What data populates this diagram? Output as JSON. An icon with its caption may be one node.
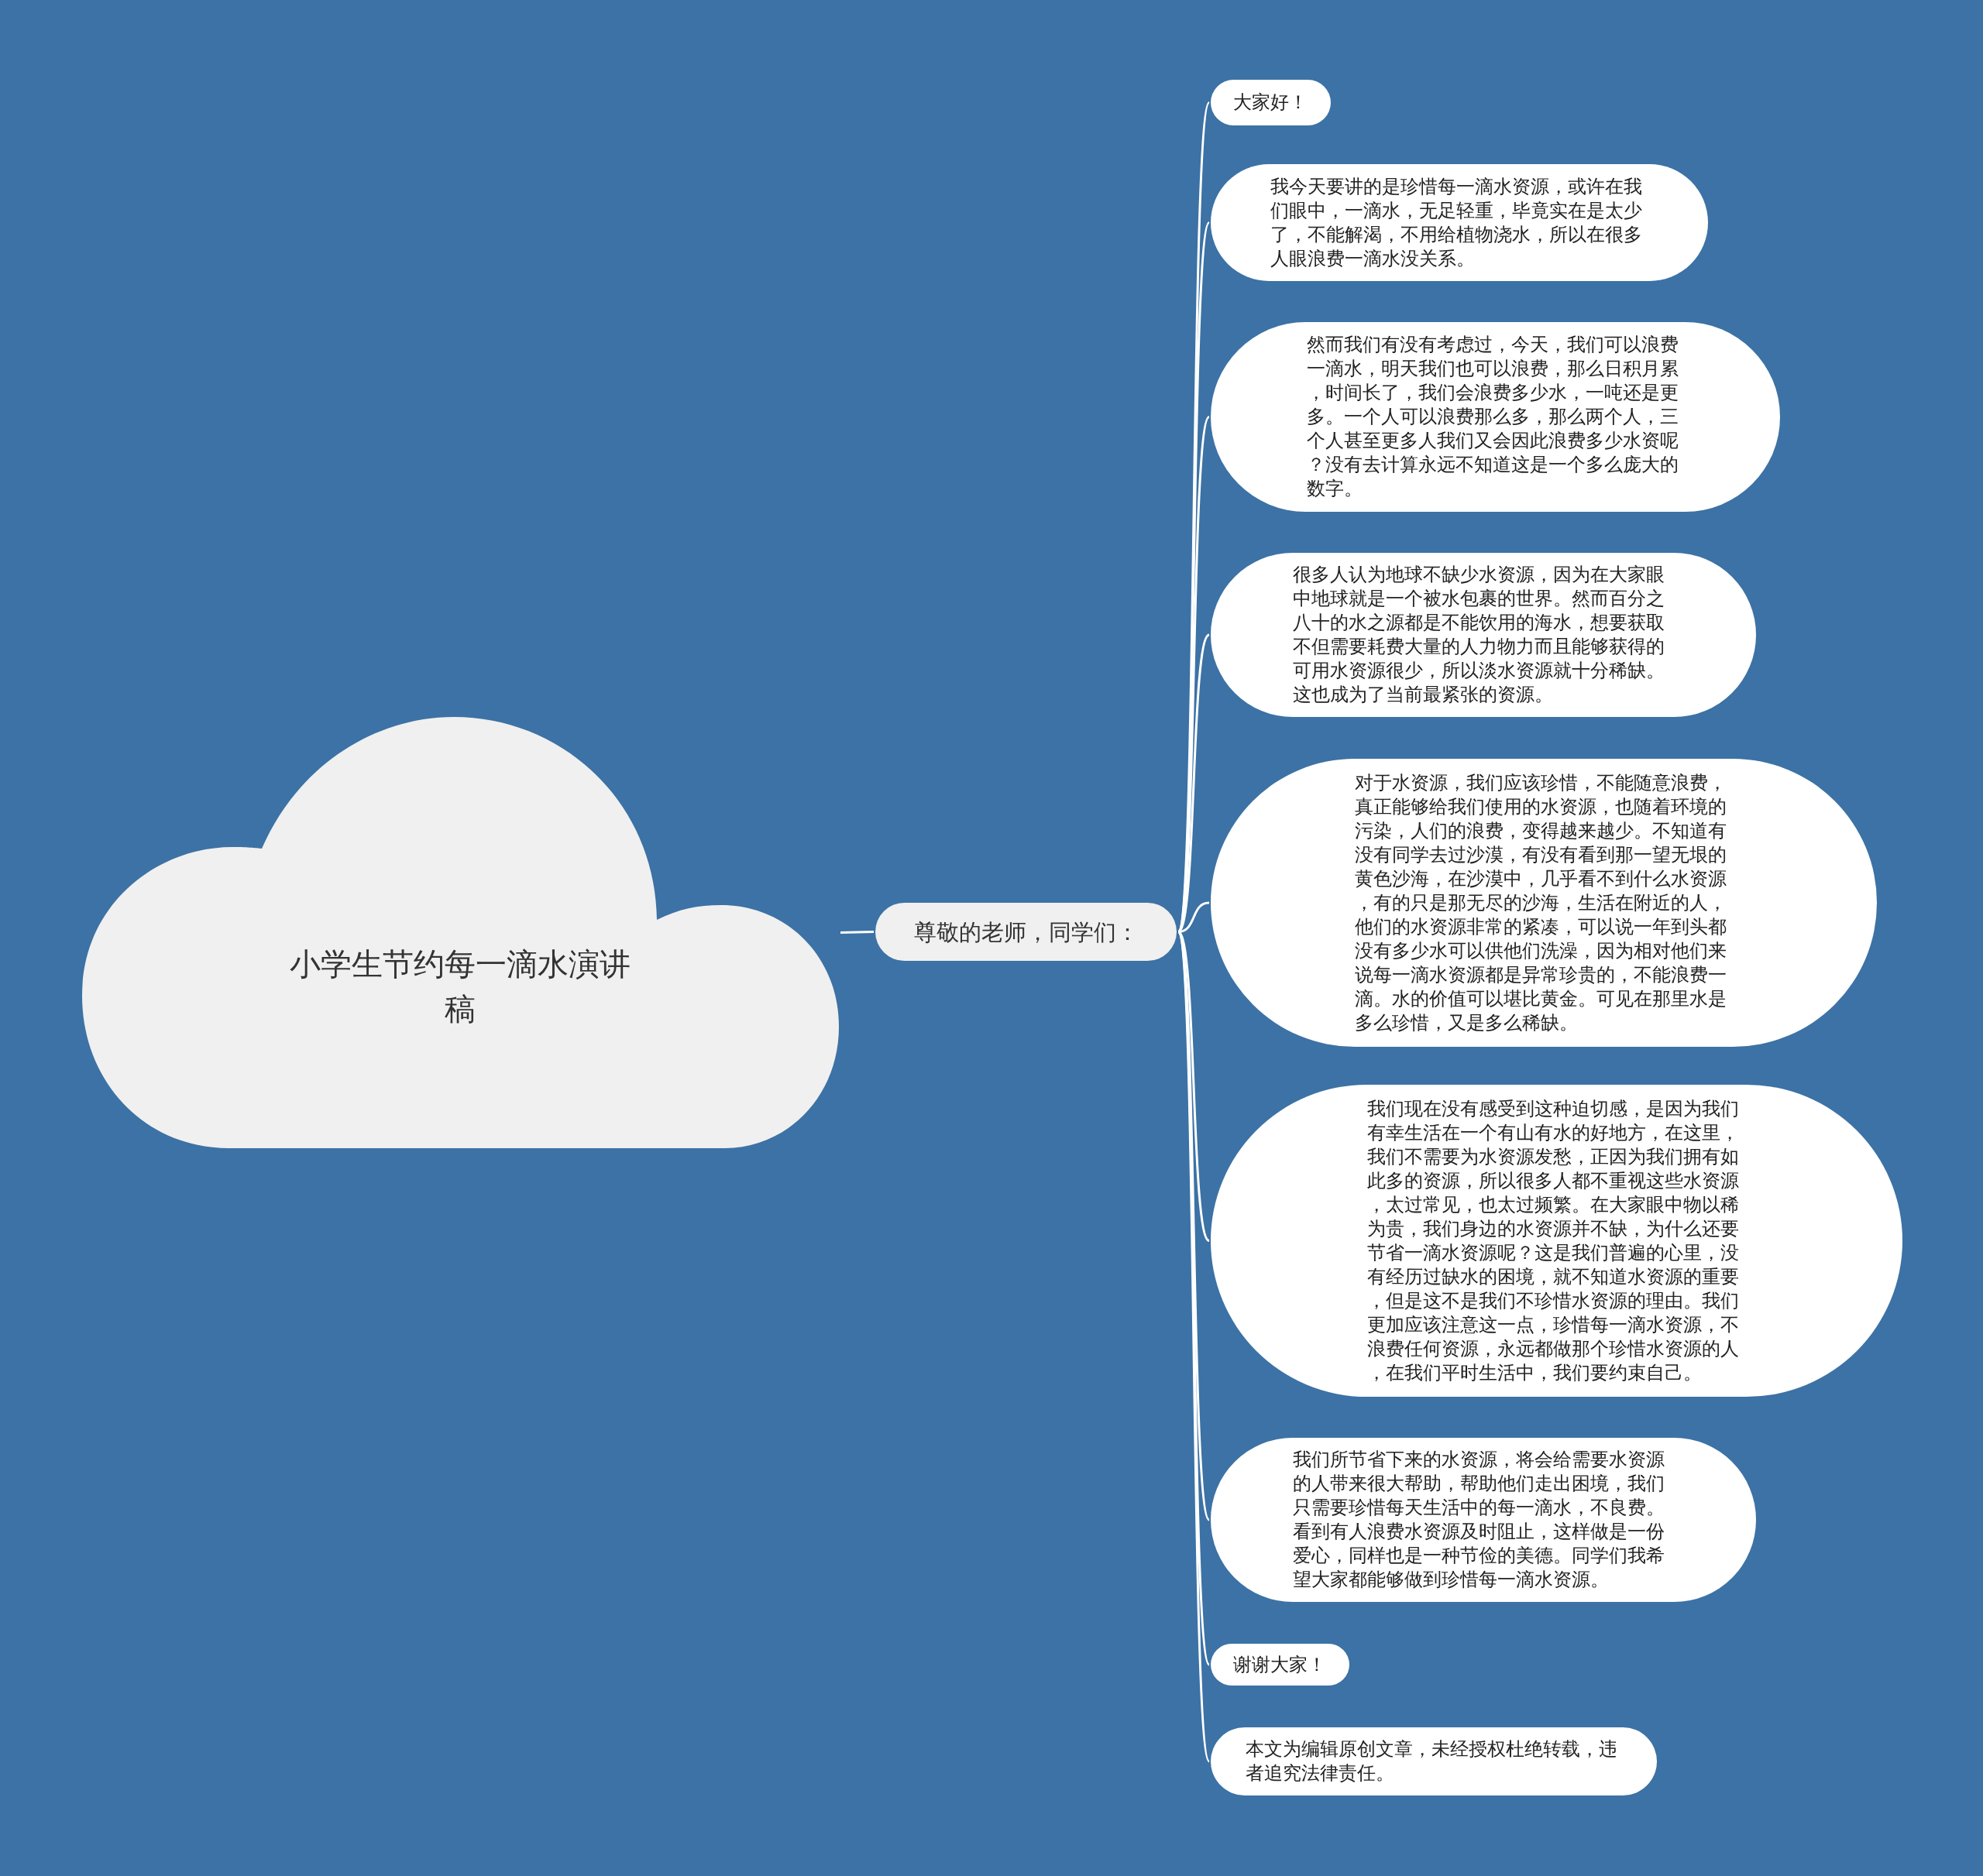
{
  "diagram": {
    "nodes": [
      {
        "text": [
          "小学生节约每一滴水演讲稿"
        ]
      },
      {
        "text": [
          "尊敬的老师，同学们："
        ]
      },
      {
        "text": [
          "大家好！"
        ]
      },
      {
        "text": [
          "我今天要讲的是珍惜每一滴水资源，或许在我们眼中，一滴水，无足轻重，毕竟实在是太少了，不能解渴，不用给植物浇水，所以在很多人眼浪费一滴水没关系。"
        ]
      },
      {
        "text": [
          "然而我们有没有考虑过，今天，我们可以浪费一滴水，明天我们也可以浪费，那么日积月累，时间长了，我们会浪费多少水，一吨还是更多。一个人可以浪费那么多，那么两个人，三个人甚至更多人我们又会因此浪费多少水资呢？没有去计算永远不知道这是一个多么庞大的数字。"
        ]
      },
      {
        "text": [
          "很多人认为地球不缺少水资源，因为在大家眼中地球就是一个被水包裹的世界。然而百分之八十的水之源都是不能饮用的海水，想要获取不但需要耗费大量的人力物力而且能够获得的可用水资源很少，所以淡水资源就十分稀缺。这也成为了当前最紧张的资源。"
        ]
      },
      {
        "text": [
          "对于水资源，我们应该珍惜，不能随意浪费，真正能够给我们使用的水资源，也随着环境的污染，人们的浪费，变得越来越少。不知道有没有同学去过沙漠，有没有看到那一望无垠的黄色沙海，在沙漠中，几乎看不到什么水资源，有的只是那无尽的沙海，生活在附近的人，他们的水资源非常的紧凑，可以说一年到头都没有多少水可以供他们洗澡，因为相对他们来说每一滴水资源都是异常珍贵的，不能浪费一滴。水的价值可以堪比黄金。可见在那里水是多么珍惜，又是多么稀缺。"
        ]
      },
      {
        "text": [
          "我们现在没有感受到这种迫切感，是因为我们有幸生活在一个有山有水的好地方，在这里，我们不需要为水资源发愁，正因为我们拥有如此多的资源，所以很多人都不重视这些水资源，太过常见，也太过频繁。在大家眼中物以稀为贵，我们身边的水资源并不缺，为什么还要节省一滴水资源呢？这是我们普遍的心里，没有经历过缺水的困境，就不知道水资源的重要，但是这不是我们不珍惜水资源的理由。我们更加应该注意这一点，珍惜每一滴水资源，不浪费任何资源，永远都做那个珍惜水资源的人，在我们平时生活中，我们要约束自己。"
        ]
      },
      {
        "text": [
          "我们所节省下来的水资源，将会给需要水资源的人带来很大帮助，帮助他们走出困境，我们只需要珍惜每天生活中的每一滴水，不良费。看到有人浪费水资源及时阻止，这样做是一份爱心，同样也是一种节俭的美德。同学们我希望大家都能够做到珍惜每一滴水资源。"
        ]
      },
      {
        "text": [
          "谢谢大家！"
        ]
      },
      {
        "text": [
          "本文为编辑原创文章，未经授权杜绝转载，违者追究法律责任。"
        ]
      }
    ],
    "edges": [
      {
        "from": 0,
        "to": 1,
        "arrow": "none"
      },
      {
        "from": 1,
        "to": 2,
        "arrow": "none"
      },
      {
        "from": 1,
        "to": 3,
        "arrow": "none"
      },
      {
        "from": 1,
        "to": 4,
        "arrow": "none"
      },
      {
        "from": 1,
        "to": 5,
        "arrow": "none"
      },
      {
        "from": 1,
        "to": 6,
        "arrow": "none"
      },
      {
        "from": 1,
        "to": 7,
        "arrow": "none"
      },
      {
        "from": 1,
        "to": 8,
        "arrow": "none"
      },
      {
        "from": 1,
        "to": 9,
        "arrow": "none"
      },
      {
        "from": 1,
        "to": 10,
        "arrow": "none"
      }
    ]
  }
}
